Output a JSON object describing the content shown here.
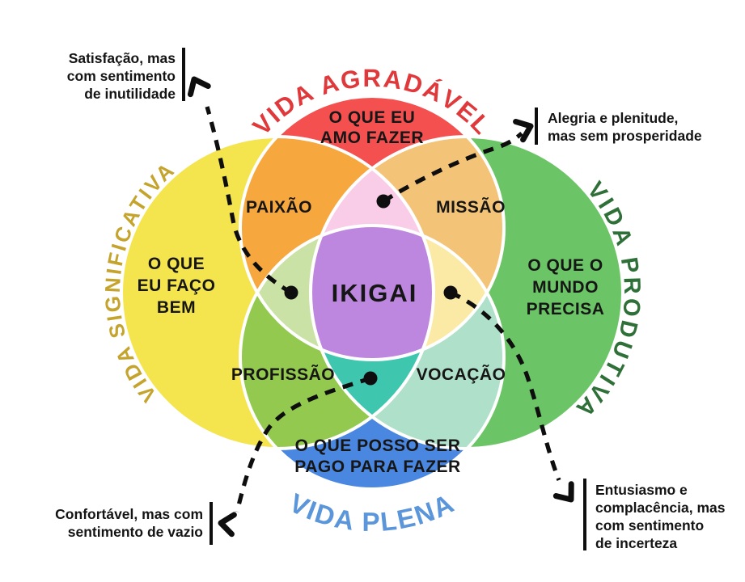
{
  "colors": {
    "red": "#F3504F",
    "yellow": "#F4E44E",
    "green": "#6BC566",
    "blue": "#4A87E1",
    "orange": "#F6A73E",
    "light_orange": "#F3C377",
    "lime": "#92C94E",
    "mint": "#AFE0CA",
    "pink": "#F9CDE7",
    "pale_green": "#CBE2A6",
    "pale_yellow": "#FAEAA6",
    "teal": "#3EC7AE",
    "purple": "#BE87DF",
    "title_red": "#E0393C",
    "title_olive": "#C5A42E",
    "title_green": "#2E7038",
    "title_blue": "#5B95DA"
  },
  "circles": {
    "top": {
      "title": "VIDA AGRADÁVEL",
      "label_line1": "O QUE EU",
      "label_line2": "AMO FAZER"
    },
    "left": {
      "title": "VIDA SIGNIFICATIVA",
      "label_line1": "O QUE",
      "label_line2": "EU FAÇO",
      "label_line3": "BEM"
    },
    "right": {
      "title": "VIDA PRODUTIVA",
      "label_line1": "O QUE O",
      "label_line2": "MUNDO",
      "label_line3": "PRECISA"
    },
    "bottom": {
      "title": "VIDA PLENA",
      "label_line1": "O QUE POSSO SER",
      "label_line2": "PAGO PARA FAZER"
    }
  },
  "intersections": {
    "passion": "PAIXÃO",
    "mission": "MISSÃO",
    "profession": "PROFISSÃO",
    "vocation": "VOCAÇÃO",
    "center": "IKIGAI"
  },
  "callouts": {
    "top_left": {
      "line1": "Satisfação, mas",
      "line2": "com sentimento",
      "line3": "de inutilidade"
    },
    "top_right": {
      "line1": "Alegria e plenitude,",
      "line2": "mas sem prosperidade"
    },
    "bottom_left": {
      "line1": "Confortável, mas com",
      "line2": "sentimento de vazio"
    },
    "bottom_right": {
      "line1": "Entusiasmo e",
      "line2": "complacência, mas",
      "line3": "com sentimento",
      "line4": "de incerteza"
    }
  }
}
